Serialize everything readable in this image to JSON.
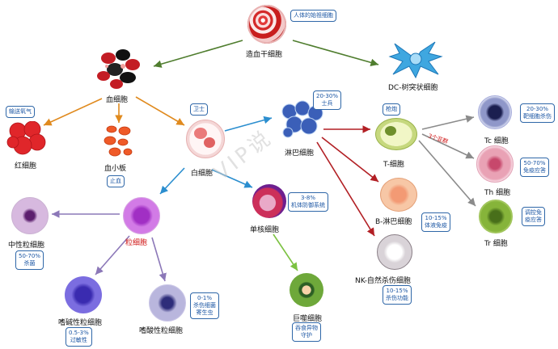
{
  "nodes": {
    "stem": {
      "label": "造血干细胞",
      "note": "人体的始祖细胞"
    },
    "dc": {
      "label": "DC-树突状细胞"
    },
    "blood": {
      "label": "血细胞"
    },
    "rbc": {
      "label": "红细胞",
      "note": "输送氧气"
    },
    "platelet": {
      "label": "血小板",
      "note": "止血"
    },
    "wbc": {
      "label": "白细胞",
      "note": "卫士"
    },
    "lymph": {
      "label": "淋巴细胞",
      "note": "20-30%\n士兵"
    },
    "tcell": {
      "label": "T-细胞",
      "note": "枪炮",
      "sub": "3个亚群"
    },
    "tc": {
      "label": "Tc 细胞",
      "note": "20-30%\n靶细胞杀伤"
    },
    "th": {
      "label": "Th 细胞",
      "note": "50-70%\n免疫应答"
    },
    "tr": {
      "label": "Tr 细胞",
      "note": "调控免\n疫应答"
    },
    "bcell": {
      "label": "B-淋巴细胞",
      "note": "10-15%\n体液免疫"
    },
    "nk": {
      "label": "NK-自然杀伤细胞",
      "note": "10-15%\n杀伤功能"
    },
    "mono": {
      "label": "单核细胞",
      "note": "3-8%\n机体防御系统"
    },
    "macro": {
      "label": "巨噬细胞",
      "note": "吞食异物\n守护"
    },
    "gran": {
      "label": "粒细胞"
    },
    "neut": {
      "label": "中性粒细胞",
      "note": "50-70%\n杀菌"
    },
    "baso": {
      "label": "嗜碱性粒细胞",
      "note": "0.5-3%\n过敏性"
    },
    "eos": {
      "label": "嗜酸性粒细胞",
      "note": "0-1%\n杀伤细菌\n寄生虫"
    }
  },
  "watermark": "VIP说",
  "colors": {
    "noteBorder": "#2f67a8",
    "noteText": "#1a55a3",
    "red": "#d01818"
  }
}
